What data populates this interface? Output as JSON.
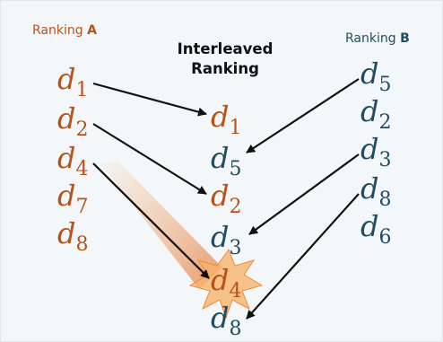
{
  "colors": {
    "ranking_a": "#b5531a",
    "ranking_b": "#224d60",
    "arrow": "#111111",
    "highlight": "#f39a4a"
  },
  "ranking_a": {
    "label_prefix": "Ranking ",
    "label_letter": "A",
    "items": [
      {
        "var": "d",
        "sub": "1"
      },
      {
        "var": "d",
        "sub": "2"
      },
      {
        "var": "d",
        "sub": "4"
      },
      {
        "var": "d",
        "sub": "7"
      },
      {
        "var": "d",
        "sub": "8"
      }
    ]
  },
  "ranking_b": {
    "label_prefix": "Ranking ",
    "label_letter": "B",
    "items": [
      {
        "var": "d",
        "sub": "5"
      },
      {
        "var": "d",
        "sub": "2"
      },
      {
        "var": "d",
        "sub": "3"
      },
      {
        "var": "d",
        "sub": "8"
      },
      {
        "var": "d",
        "sub": "6"
      }
    ]
  },
  "interleaved": {
    "title_line1": "Interleaved",
    "title_line2": "Ranking",
    "items": [
      {
        "var": "d",
        "sub": "1",
        "source": "A"
      },
      {
        "var": "d",
        "sub": "5",
        "source": "B"
      },
      {
        "var": "d",
        "sub": "2",
        "source": "A"
      },
      {
        "var": "d",
        "sub": "3",
        "source": "B"
      },
      {
        "var": "d",
        "sub": "4",
        "source": "A",
        "highlighted": true
      },
      {
        "var": "d",
        "sub": "8",
        "source": "B"
      }
    ]
  }
}
